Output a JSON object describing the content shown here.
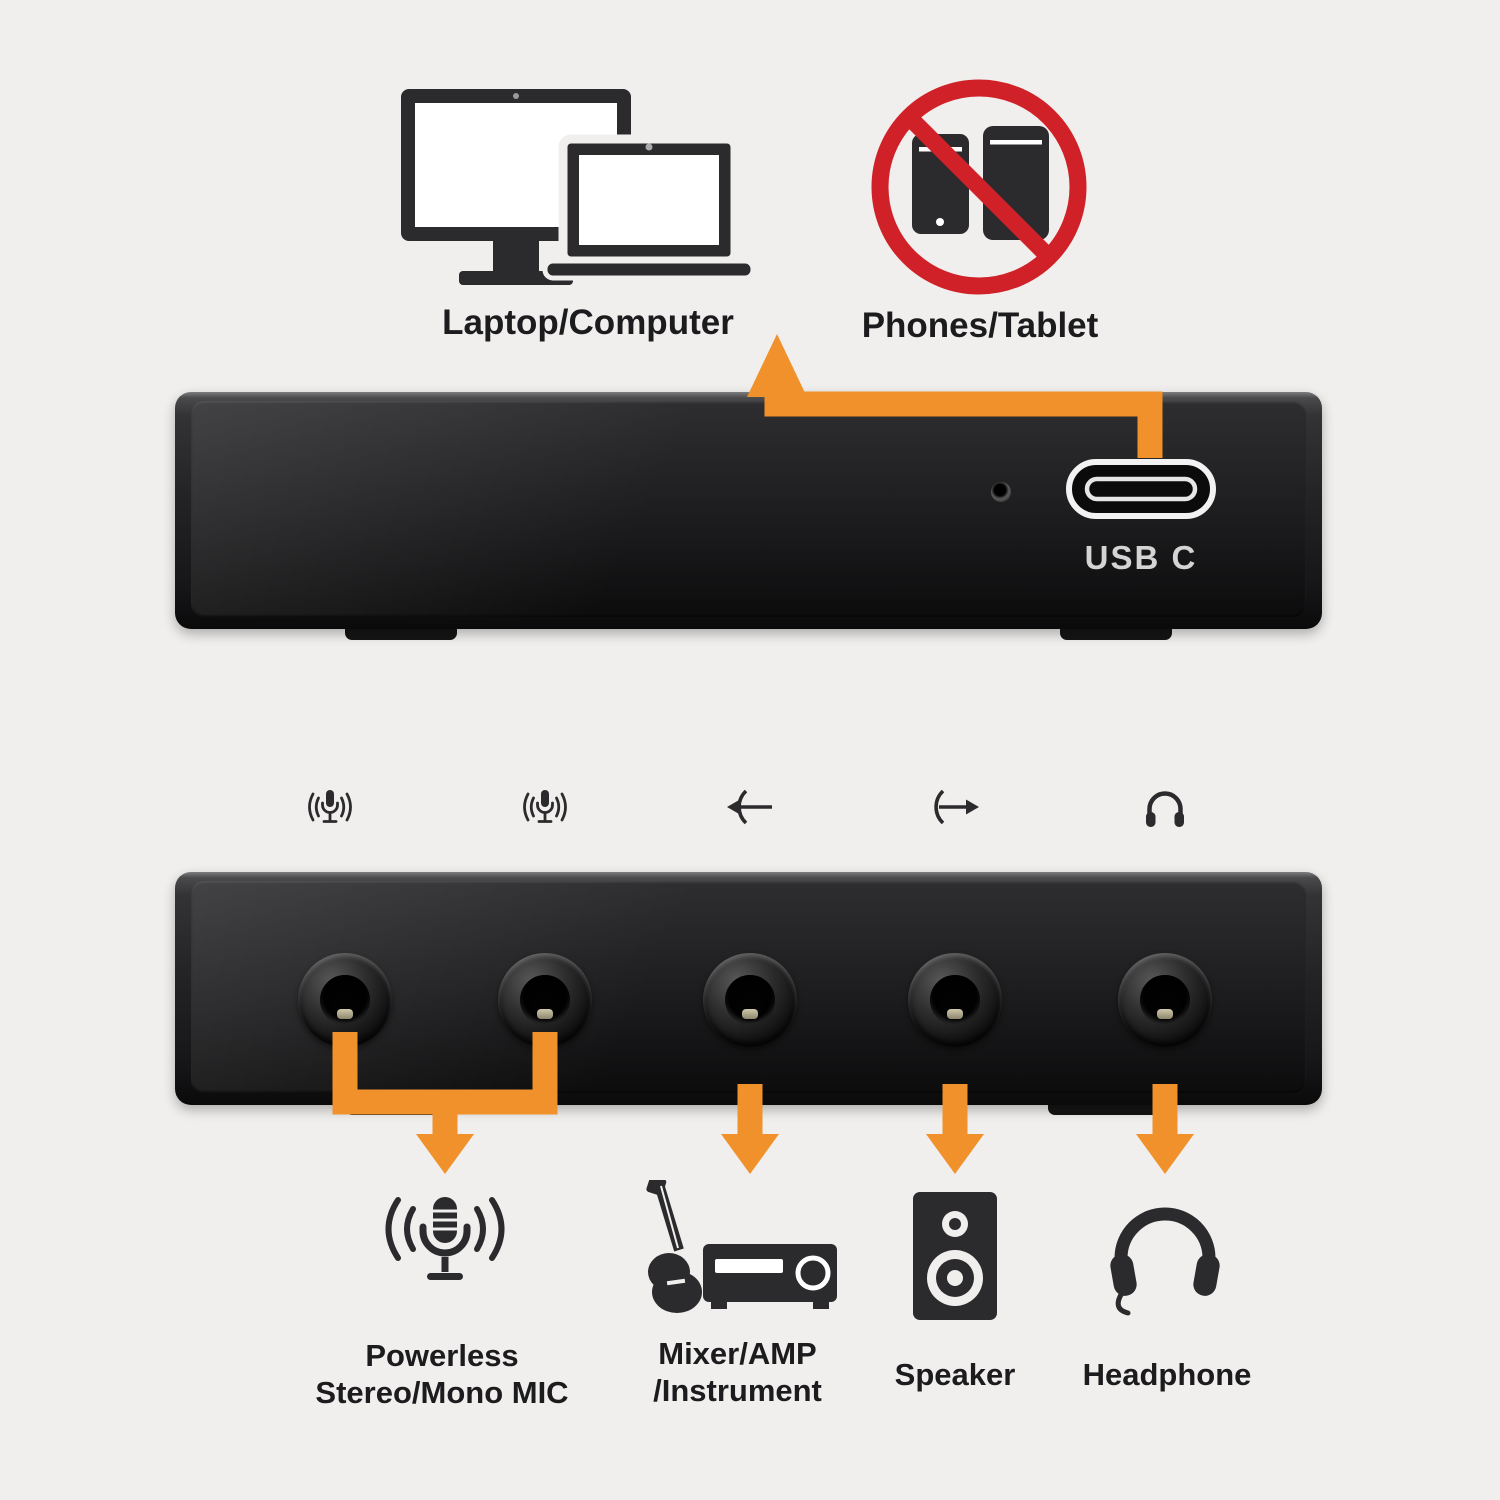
{
  "colors": {
    "background": "#f0efed",
    "arrow_orange": "#f0912c",
    "prohibition_red": "#cf2127",
    "icon_dark": "#2b2b2d",
    "label_text": "#1c1c1e",
    "usb_label_text": "#d4d4d4"
  },
  "top_row": {
    "computer": {
      "icon": "desktop-laptop-icon",
      "label": "Laptop/Computer"
    },
    "phones": {
      "icon": "phones-tablet-prohibited-icon",
      "label": "Phones/Tablet"
    }
  },
  "front_device": {
    "usb_port_label": "USB C",
    "port": "usb-c-port",
    "led": "status-led-hole"
  },
  "rear_device": {
    "jack_count": 5,
    "port_icons": [
      {
        "icon": "microphone-icon"
      },
      {
        "icon": "microphone-icon"
      },
      {
        "icon": "line-in-icon"
      },
      {
        "icon": "line-out-icon"
      },
      {
        "icon": "headphones-icon"
      }
    ]
  },
  "bottom_row": [
    {
      "icon": "microphone-waves-icon",
      "label_lines": [
        "Powerless",
        "Stereo/Mono MIC"
      ]
    },
    {
      "icon": "mixer-amp-instrument-icon",
      "label_lines": [
        "Mixer/AMP",
        "/Instrument"
      ]
    },
    {
      "icon": "speaker-icon",
      "label_lines": [
        "Speaker"
      ]
    },
    {
      "icon": "headphones-icon",
      "label_lines": [
        "Headphone"
      ]
    }
  ]
}
